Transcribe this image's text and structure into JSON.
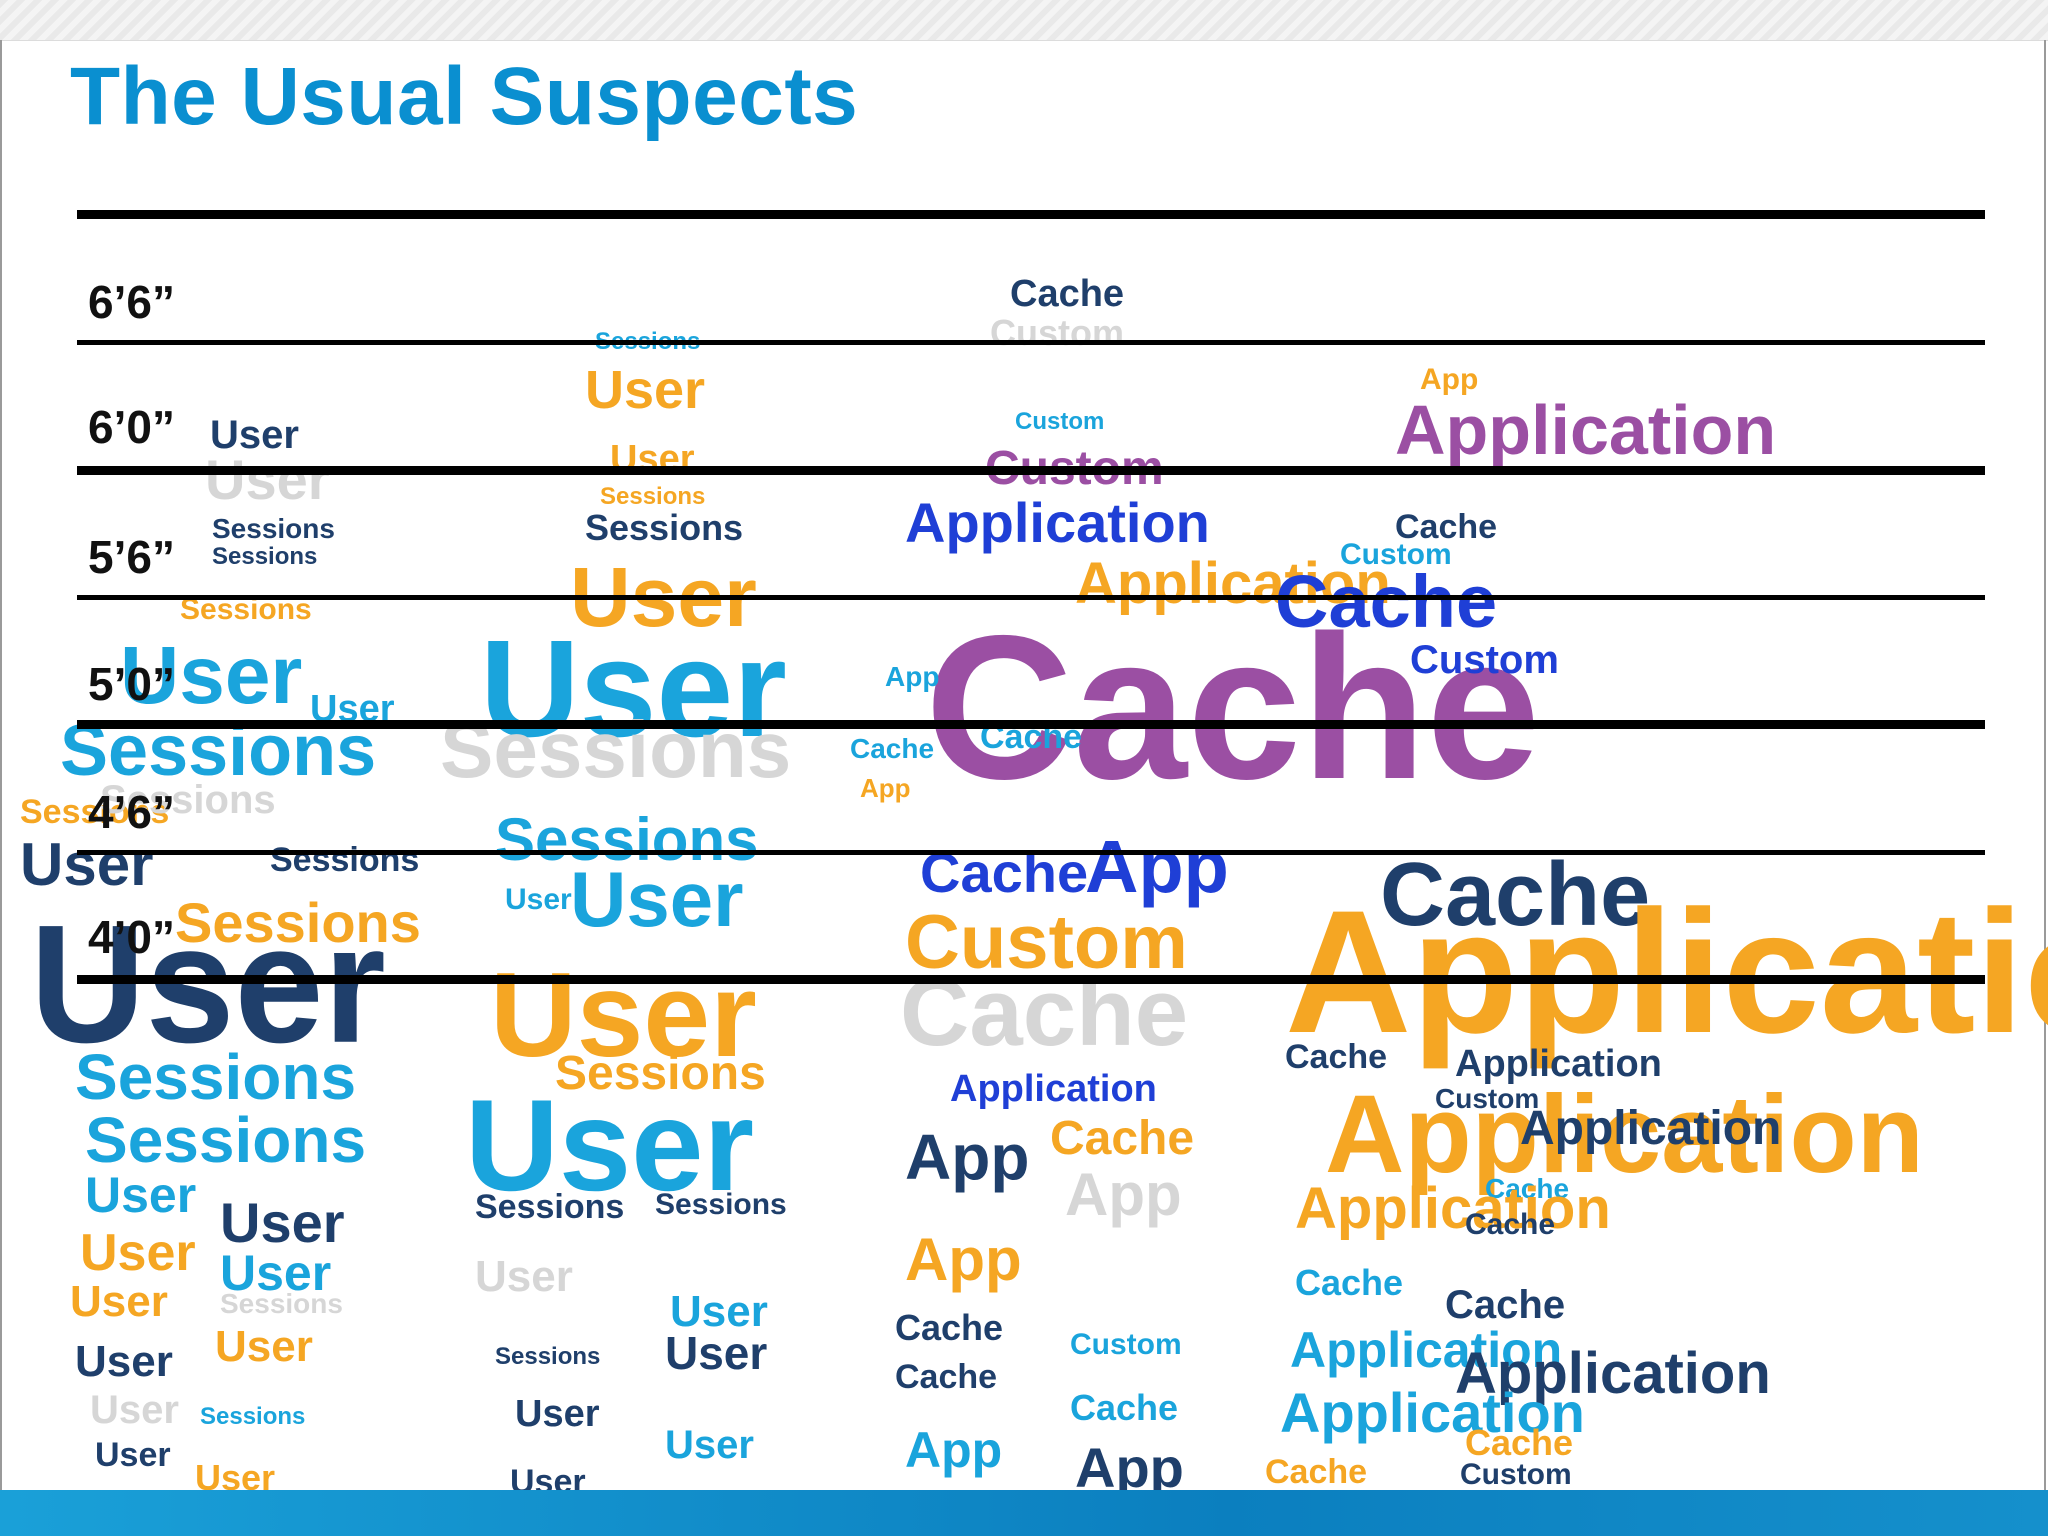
{
  "slide": {
    "title": "The Usual Suspects"
  },
  "height_chart": {
    "labels": [
      "6’6”",
      "6’0”",
      "5’6”",
      "5’0”",
      "4’6”",
      "4’0”"
    ]
  },
  "figures": [
    {
      "name": "figure-user-sessions",
      "words": [
        "User",
        "Sessions"
      ]
    },
    {
      "name": "figure-user-sessions-tall",
      "words": [
        "User",
        "Sessions"
      ]
    },
    {
      "name": "figure-cache-custom-application",
      "words": [
        "Cache",
        "Custom",
        "Application",
        "App"
      ]
    },
    {
      "name": "figure-app-cache-custom",
      "words": [
        "App",
        "Cache",
        "Custom",
        "Application"
      ]
    }
  ],
  "palette": {
    "title": "#0a8fd0",
    "light_blue": "#1aa4dc",
    "navy": "#1f3f6b",
    "orange": "#f5a623",
    "purple": "#9b4fa3",
    "royal": "#1f3fd6",
    "grey": "#d6d6d6"
  }
}
